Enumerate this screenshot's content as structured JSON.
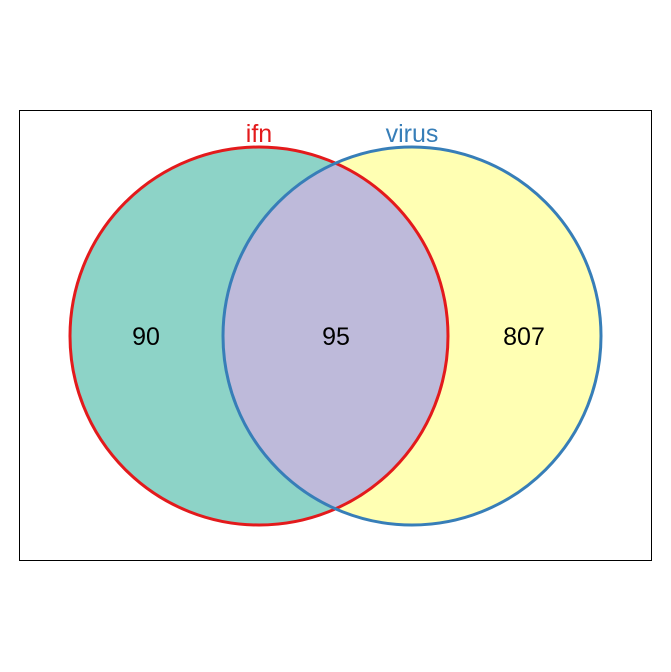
{
  "chart_data": {
    "type": "venn",
    "sets": [
      {
        "name": "ifn",
        "label_color": "#e31a1c",
        "fill": "#8dd3c7",
        "stroke": "#e31a1c"
      },
      {
        "name": "virus",
        "label_color": "#377eb8",
        "fill": "#ffffb3",
        "stroke": "#377eb8"
      }
    ],
    "overlap_fill": "#bebada",
    "regions": {
      "ifn_only": "90",
      "both": "95",
      "virus_only": "807"
    }
  }
}
